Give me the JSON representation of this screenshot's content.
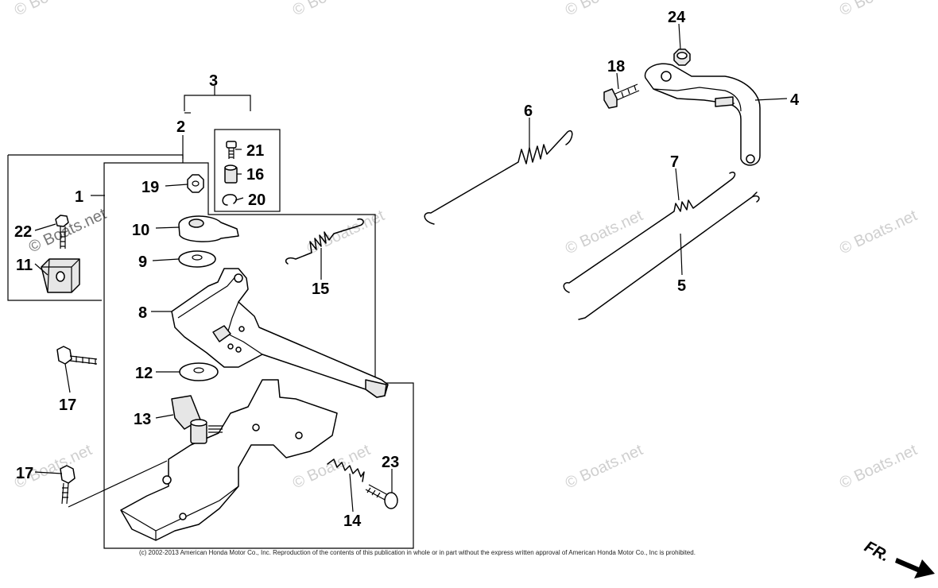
{
  "diagram": {
    "callouts": {
      "c1": "1",
      "c2": "2",
      "c3": "3",
      "c4": "4",
      "c5": "5",
      "c6": "6",
      "c7": "7",
      "c8": "8",
      "c9": "9",
      "c10": "10",
      "c11": "11",
      "c12": "12",
      "c13": "13",
      "c14": "14",
      "c15": "15",
      "c16": "16",
      "c17a": "17",
      "c17b": "17",
      "c18": "18",
      "c19": "19",
      "c20": "20",
      "c21": "21",
      "c22": "22",
      "c23": "23",
      "c24": "24"
    },
    "watermark": "© Boats.net",
    "copyright": "(c) 2002-2013 American Honda Motor Co., Inc. Reproduction of the contents of this publication in whole or in part without the express written approval of American Honda Motor Co., Inc is prohibited.",
    "direction_label": "FR."
  }
}
